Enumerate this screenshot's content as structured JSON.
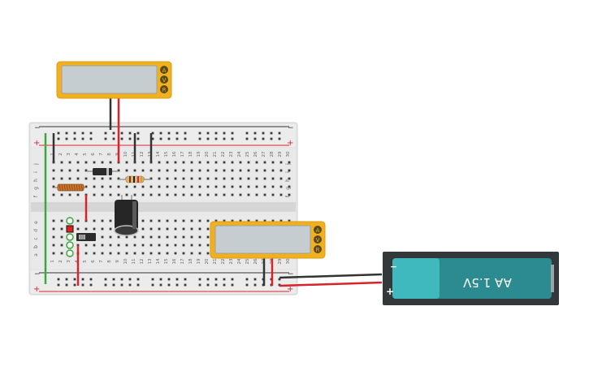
{
  "colors": {
    "board": "#e6e6e6",
    "rail_negative": "#333333",
    "rail_positive": "#d8232a",
    "wire_red": "#d8232a",
    "wire_black": "#333333",
    "wire_green": "#3aa83a",
    "meter_body": "#f1b11f",
    "meter_screen": "#c5cdd0",
    "battery_holder": "#33393b",
    "battery_cell": "#3fb8be"
  },
  "breadboard": {
    "rail_minus_label": "−",
    "rail_plus_label": "+",
    "column_numbers": [
      "1",
      "2",
      "3",
      "4",
      "5",
      "6",
      "7",
      "8",
      "9",
      "10",
      "11",
      "12",
      "13",
      "14",
      "15",
      "16",
      "17",
      "18",
      "19",
      "20",
      "21",
      "22",
      "23",
      "24",
      "25",
      "26",
      "27",
      "28",
      "29",
      "30"
    ],
    "row_letters_top": [
      "j",
      "i",
      "h",
      "g",
      "f"
    ],
    "row_letters_bottom": [
      "e",
      "d",
      "c",
      "b",
      "a"
    ]
  },
  "meters": [
    {
      "buttons": [
        "A",
        "V",
        "R"
      ]
    },
    {
      "buttons": [
        "A",
        "V",
        "R"
      ]
    }
  ],
  "battery": {
    "label": "AA 1.5V",
    "minus": "−",
    "plus": "+"
  },
  "icons": {
    "inductor": "inductor-coil-icon",
    "resistor": "resistor-icon",
    "diode": "diode-icon",
    "capacitor": "electrolytic-capacitor-icon",
    "switch": "slide-switch-icon",
    "led": "led-icon"
  }
}
